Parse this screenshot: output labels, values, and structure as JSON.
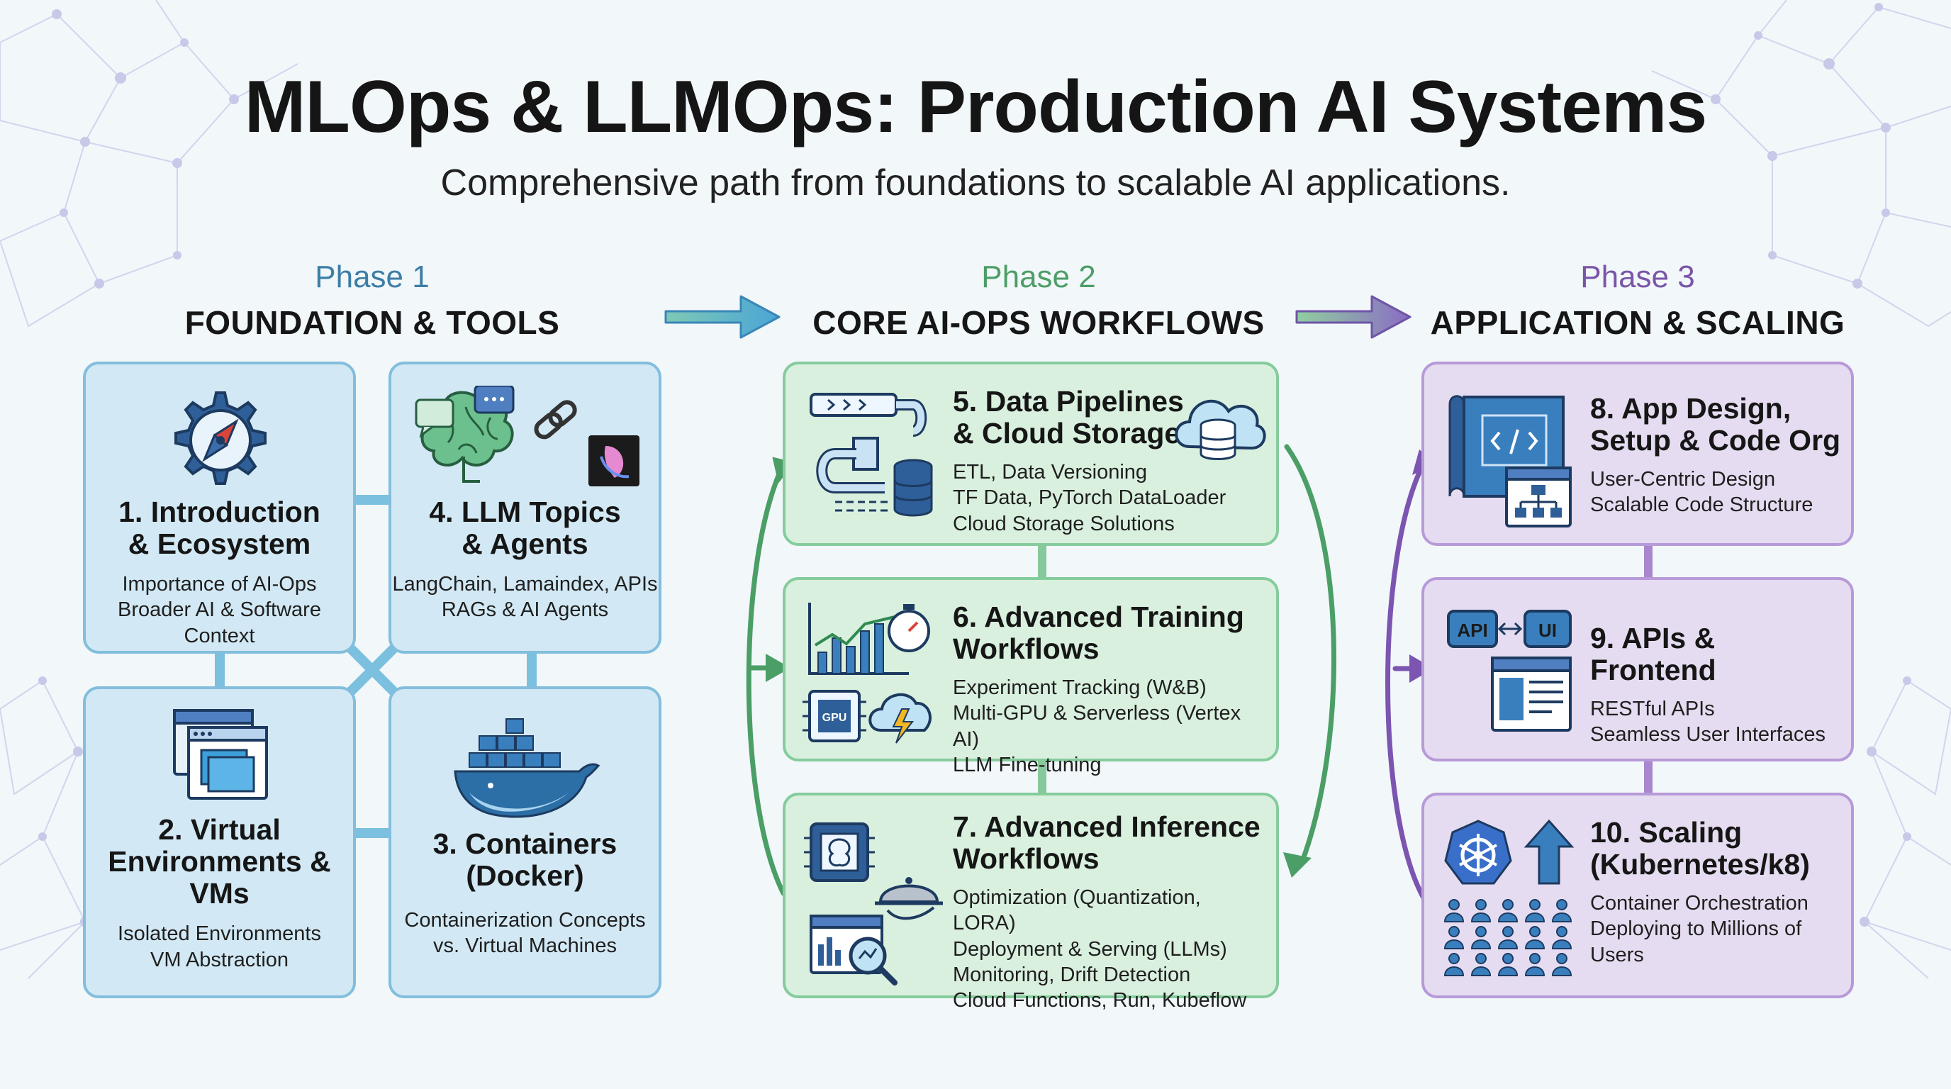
{
  "title": "MLOps & LLMOps: Production AI Systems",
  "subtitle": "Comprehensive path from foundations to scalable AI applications.",
  "colors": {
    "blue": "#3d7ea6",
    "green": "#4d9e66",
    "purple": "#7a55a8"
  },
  "phases": [
    {
      "number": "Phase 1",
      "name": "FOUNDATION & TOOLS"
    },
    {
      "number": "Phase 2",
      "name": "CORE AI-OPS WORKFLOWS"
    },
    {
      "number": "Phase 3",
      "name": "APPLICATION & SCALING"
    }
  ],
  "cards": {
    "c1": {
      "title": "1. Introduction\n& Ecosystem",
      "desc": "Importance of AI-Ops\nBroader AI & Software\nContext",
      "icon": "gear-compass-icon"
    },
    "c4": {
      "title": "4. LLM Topics\n& Agents",
      "desc": "LangChain, Lamaindex, APIs\nRAGs & AI Agents",
      "icon": "brain-chat-icon"
    },
    "c2": {
      "title": "2. Virtual\nEnvironments &\nVMs",
      "desc": "Isolated Environments\nVM Abstraction",
      "icon": "windows-icon"
    },
    "c3": {
      "title": "3. Containers\n(Docker)",
      "desc": "Containerization Concepts\nvs. Virtual Machines",
      "icon": "docker-whale-icon"
    },
    "c5": {
      "title": "5. Data Pipelines\n& Cloud Storage",
      "desc": "ETL, Data Versioning\nTF Data, PyTorch DataLoader\nCloud Storage Solutions",
      "icon": "pipeline-icon"
    },
    "c6": {
      "title": "6. Advanced Training\nWorkflows",
      "desc": "Experiment Tracking (W&B)\nMulti-GPU & Serverless (Vertex AI)\nLLM Fine-tuning",
      "icon": "chart-gpu-icon",
      "gpu_label": "GPU"
    },
    "c7": {
      "title": "7. Advanced Inference\nWorkflows",
      "desc": "Optimization (Quantization, LORA)\nDeployment & Serving (LLMs)\nMonitoring, Drift Detection\nCloud Functions, Run, Kubeflow",
      "icon": "inference-icon"
    },
    "c8": {
      "title": "8. App Design,\nSetup & Code Org",
      "desc": "User-Centric Design\nScalable Code Structure",
      "icon": "code-blueprint-icon"
    },
    "c9": {
      "title": "9. APIs & Frontend",
      "desc": "RESTful APIs\nSeamless User Interfaces",
      "icon": "api-ui-icon",
      "api_label": "API",
      "ui_label": "UI"
    },
    "c10": {
      "title": "10. Scaling\n(Kubernetes/k8)",
      "desc": "Container Orchestration\nDeploying to Millions of\nUsers",
      "icon": "kubernetes-users-icon"
    }
  }
}
